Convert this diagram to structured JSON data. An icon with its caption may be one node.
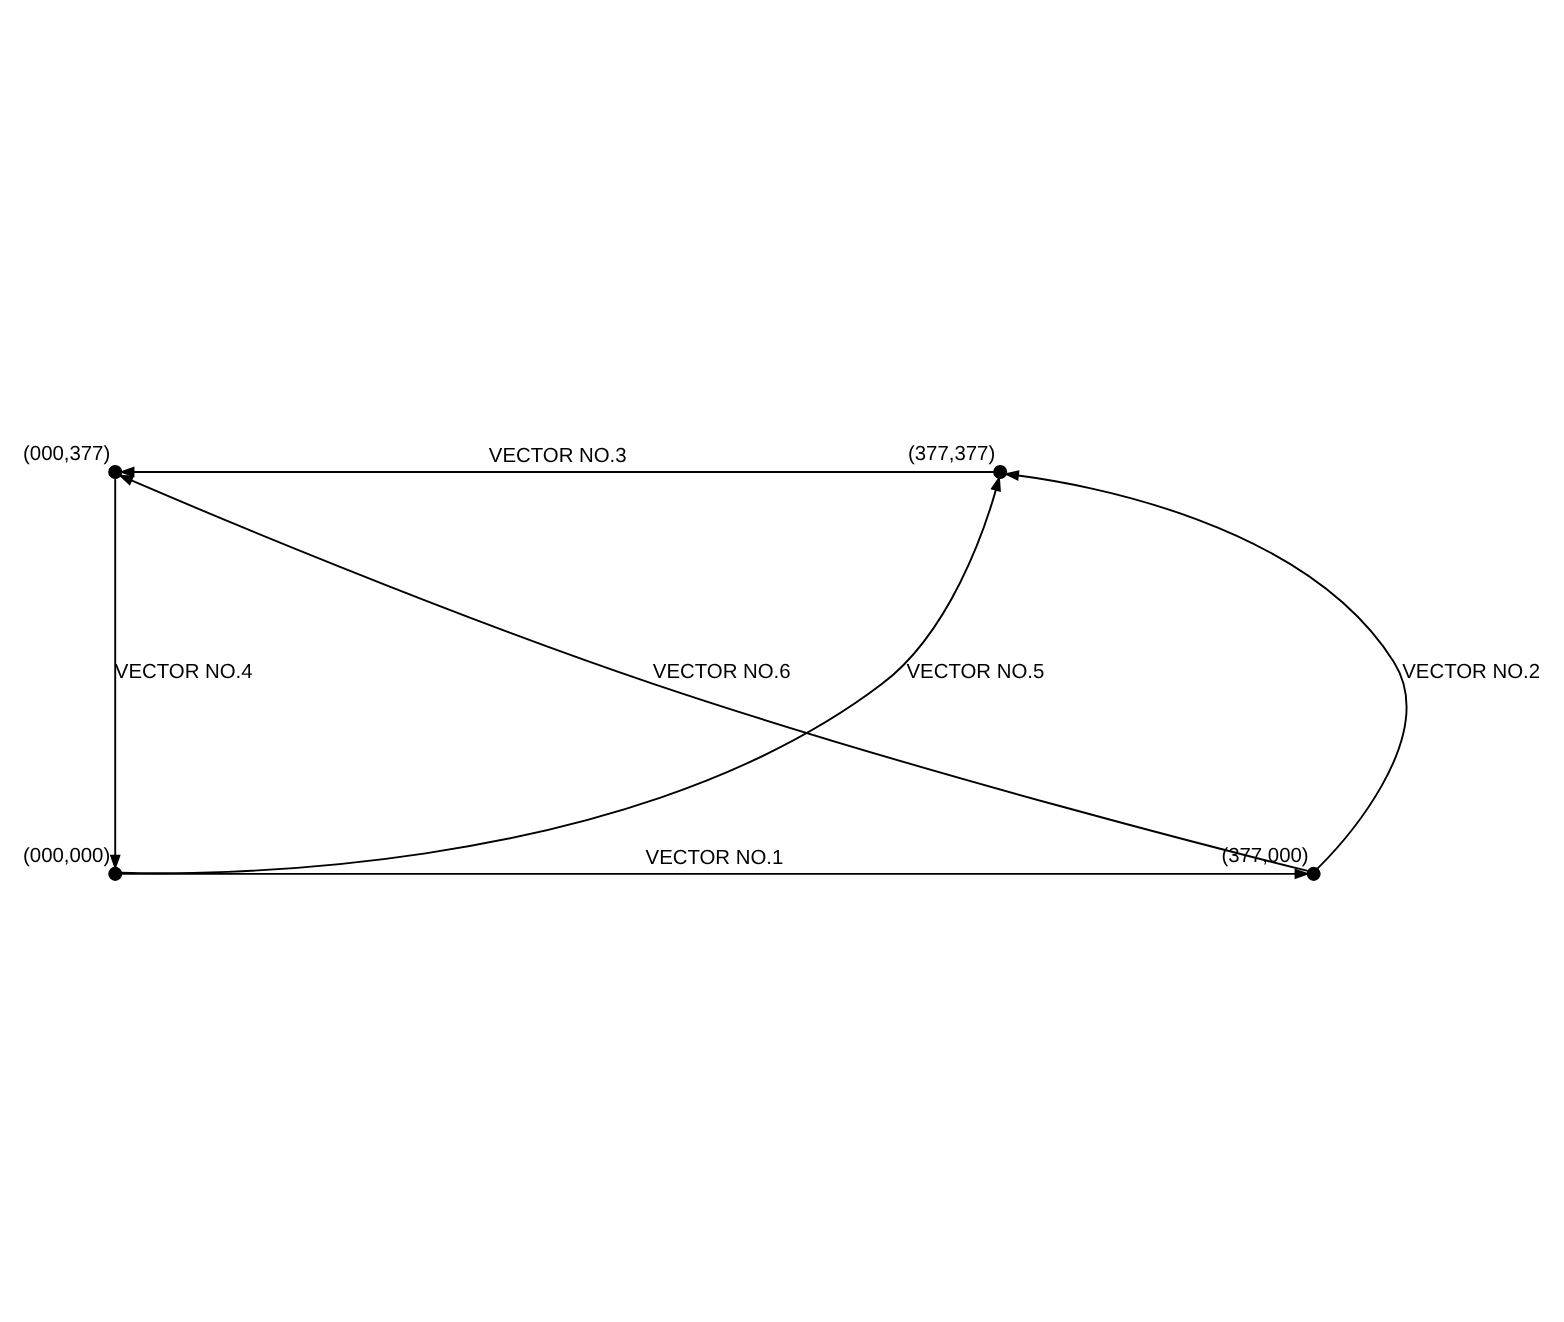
{
  "diagram": {
    "nodes": [
      {
        "text": [],
        "shape": "circle",
        "beside": [
          "(000,377)"
        ]
      },
      {
        "text": [],
        "shape": "circle",
        "beside": [
          "(377,377)"
        ]
      },
      {
        "text": [],
        "shape": "circle",
        "beside": [
          "(000,000)"
        ]
      },
      {
        "text": [],
        "shape": "circle",
        "beside": [
          "(377,000)"
        ]
      }
    ],
    "edges": [
      {
        "from": 2,
        "to": 3,
        "arrow": "to",
        "label": "VECTOR NO.1"
      },
      {
        "from": 3,
        "to": 1,
        "arrow": "to",
        "label": "VECTOR NO.2"
      },
      {
        "from": 1,
        "to": 0,
        "arrow": "to",
        "label": "VECTOR NO.3"
      },
      {
        "from": 0,
        "to": 2,
        "arrow": "to",
        "label": "VECTOR NO.4"
      },
      {
        "from": 2,
        "to": 1,
        "arrow": "to",
        "label": "VECTOR NO.5"
      },
      {
        "from": 3,
        "to": 0,
        "arrow": "to",
        "label": "VECTOR NO.6"
      }
    ]
  }
}
